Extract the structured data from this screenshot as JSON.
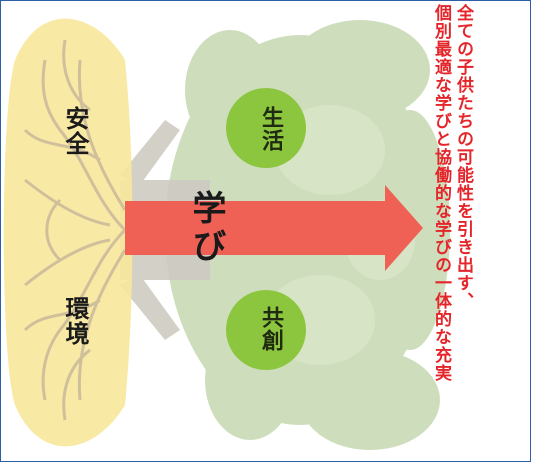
{
  "diagram": {
    "roots": {
      "top_label": "安全",
      "bottom_label": "環境"
    },
    "circles": {
      "top_label": "生活",
      "bottom_label": "共創"
    },
    "arrow_label": "学び",
    "slogan": {
      "line1": "全ての子供たちの可能性を引き出す、",
      "line2": "個別最適な学びと協働的な学びの一体的な充実"
    },
    "colors": {
      "root_fill": "#f7e79b",
      "circle_fill": "#8cc63f",
      "arrow_fill": "#f05a4f",
      "slogan_text": "#e4262b",
      "tree_foliage": "#c6d9b1",
      "frame_border": "#2d5fa8"
    }
  }
}
